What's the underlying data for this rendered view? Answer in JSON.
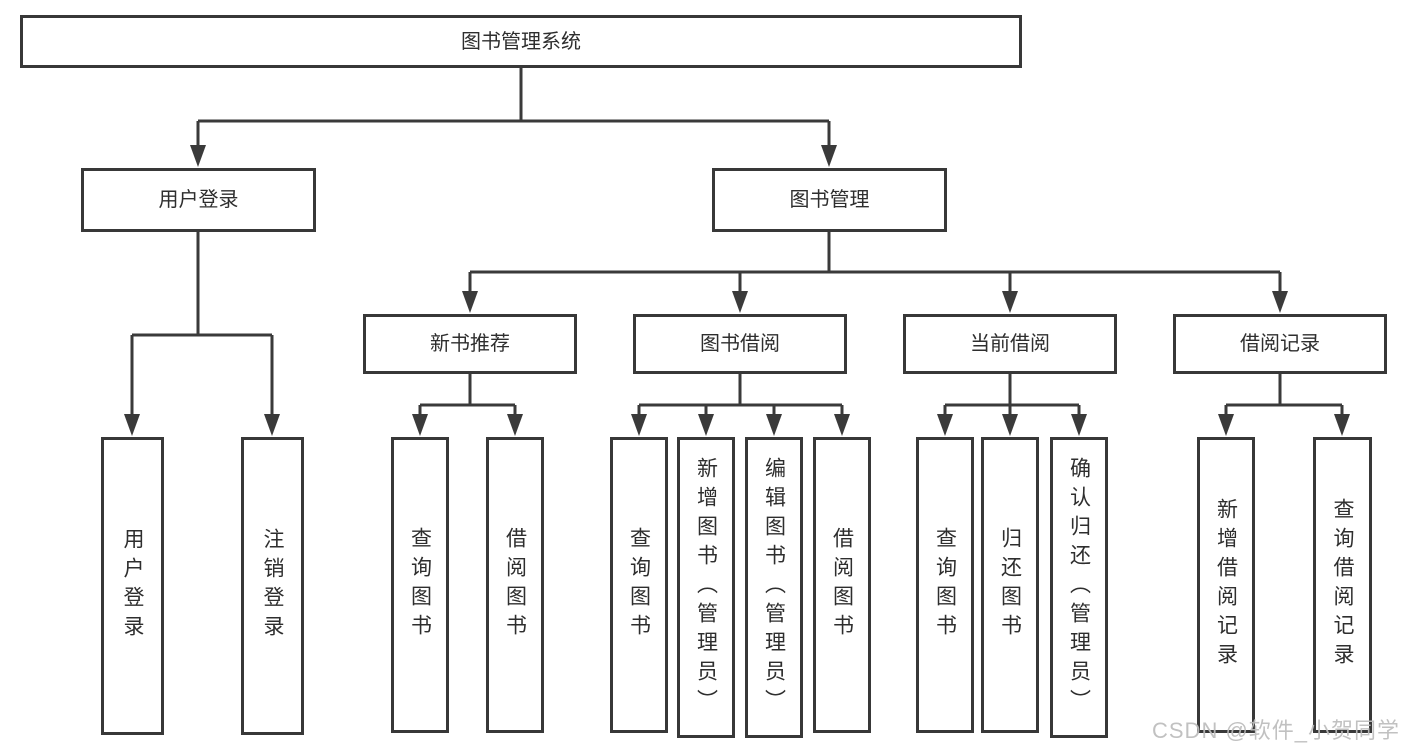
{
  "diagram": {
    "type": "tree",
    "nodes": {
      "root": "图书管理系统",
      "level2": [
        "用户登录",
        "图书管理"
      ],
      "level3": [
        "新书推荐",
        "图书借阅",
        "当前借阅",
        "借阅记录"
      ],
      "leaves": {
        "user_login": [
          "用户登录",
          "注销登录"
        ],
        "new_book": [
          "查询图书",
          "借阅图书"
        ],
        "book_borrow": [
          "查询图书",
          "新增图书（管理员）",
          "编辑图书（管理员）",
          "借阅图书"
        ],
        "current_borrow": [
          "查询图书",
          "归还图书",
          "确认归还（管理员）"
        ],
        "borrow_records": [
          "新增借阅记录",
          "查询借阅记录"
        ]
      }
    },
    "edges": [
      [
        "图书管理系统",
        "用户登录"
      ],
      [
        "图书管理系统",
        "图书管理"
      ],
      [
        "用户登录",
        "用户登录"
      ],
      [
        "用户登录",
        "注销登录"
      ],
      [
        "图书管理",
        "新书推荐"
      ],
      [
        "图书管理",
        "图书借阅"
      ],
      [
        "图书管理",
        "当前借阅"
      ],
      [
        "图书管理",
        "借阅记录"
      ],
      [
        "新书推荐",
        "查询图书"
      ],
      [
        "新书推荐",
        "借阅图书"
      ],
      [
        "图书借阅",
        "查询图书"
      ],
      [
        "图书借阅",
        "新增图书（管理员）"
      ],
      [
        "图书借阅",
        "编辑图书（管理员）"
      ],
      [
        "图书借阅",
        "借阅图书"
      ],
      [
        "当前借阅",
        "查询图书"
      ],
      [
        "当前借阅",
        "归还图书"
      ],
      [
        "当前借阅",
        "确认归还（管理员）"
      ],
      [
        "借阅记录",
        "新增借阅记录"
      ],
      [
        "借阅记录",
        "查询借阅记录"
      ]
    ],
    "colors": {
      "line": "#3a3a3a",
      "box_border": "#383838",
      "text": "#2e2e2e",
      "watermark": "#bcbcbc",
      "background": "#ffffff"
    }
  },
  "watermark": "CSDN @软件_小贺同学"
}
